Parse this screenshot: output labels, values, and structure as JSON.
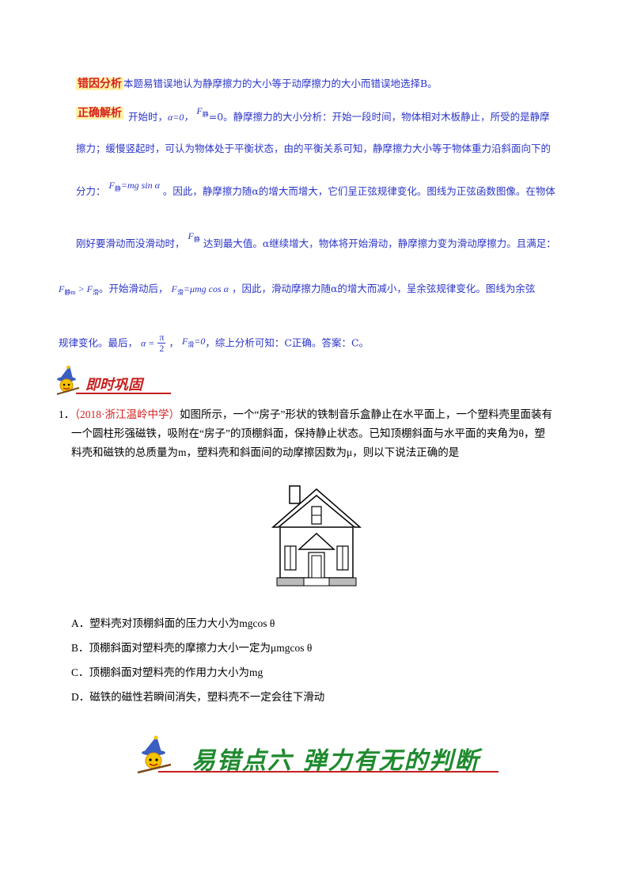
{
  "cause": {
    "label": "错因分析",
    "text": "本题易错误地认为静摩擦力的大小等于动摩擦力的大小而错误地选择B。"
  },
  "solution": {
    "label": "正确解析",
    "l1a": "开始时，",
    "l1b": "α=0，",
    "l1c": "=0。静摩擦力的大小分析：开始一段时间，物体相对木板静止，所受的是静摩",
    "l2": "擦力；缓慢竖起时，可认为物体处于平衡状态，由的平衡关系可知，静摩擦力大小等于物体重力沿斜面向下的",
    "l3a": "分力：",
    "l3formula": "=mg sin α",
    "l3b": "。因此，静摩擦力随α的增大而增大，它们呈正弦规律变化。图线为正弦函数图像。在物体",
    "l4a": "刚好要滑动而没滑动时，",
    "l4b": "达到最大值。α继续增大，物体将开始滑动，静摩擦力变为滑动摩擦力。且满足：",
    "l5formula": "> F",
    "l5a": "。开始滑动后，",
    "l5formula2": "=μmg cos α",
    "l5b": "，因此，滑动摩擦力随α的增大而减小，呈余弦规律变化。图线为余弦",
    "l6a": "规律变化。最后，",
    "l6alpha": "α =",
    "l6pi": "π",
    "l6two": "2",
    "l6formula": "=0",
    "l6b": "，综上分析可知：C正确。答案：C。",
    "F": "F",
    "sub_jing": "静",
    "sub_jingm": "静m",
    "sub_hua": "滑"
  },
  "consolidate": {
    "title": "即时巩固"
  },
  "question": {
    "number": "1．",
    "source": "（2018·浙江温岭中学）",
    "line1": "如图所示，一个“房子”形状的铁制音乐盒静止在水平面上，一个塑料壳里面装有",
    "line2": "一个圆柱形强磁铁，吸附在“房子”的顶棚斜面，保持静止状态。已知顶棚斜面与水平面的夹角为θ，塑",
    "line3": "料壳和磁铁的总质量为m，塑料壳和斜面间的动摩擦因数为μ，则以下说法正确的是",
    "options": [
      "A．塑料壳对顶棚斜面的压力大小为mgcos θ",
      "B．顶棚斜面对塑料壳的摩擦力大小一定为μmgcos θ",
      "C．顶棚斜面对塑料壳的作用力大小为mg",
      "D．磁铁的磁性若瞬间消失，塑料壳不一定会往下滑动"
    ]
  },
  "section": {
    "title": "易错点六  弹力有无的判断"
  },
  "colors": {
    "blue_text": "#2b35c8",
    "label_red": "#d42020",
    "banner_green": "#1f8a2e",
    "banner_red": "#c81e1e"
  }
}
